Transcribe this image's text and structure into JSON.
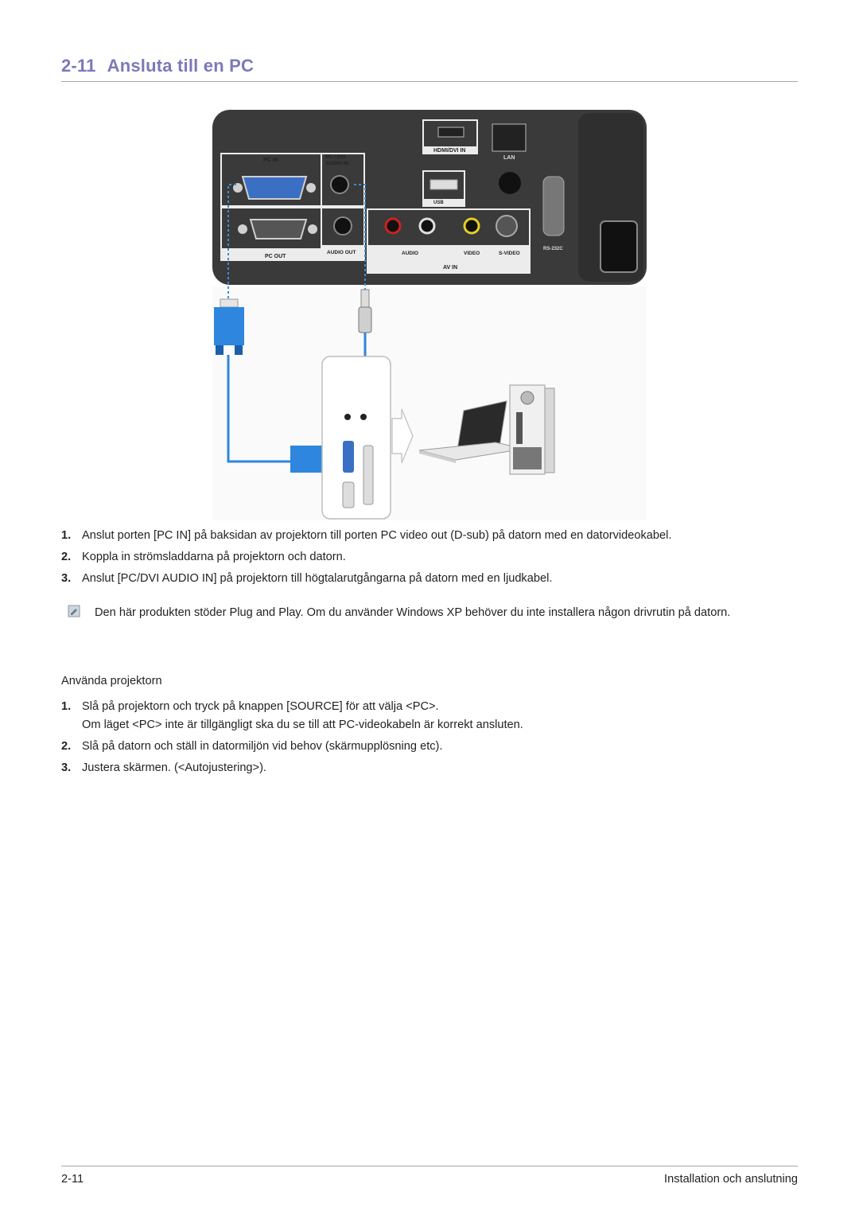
{
  "header": {
    "section_number": "2-11",
    "section_title": "Ansluta till en PC"
  },
  "diagram": {
    "port_labels": {
      "pc_in": "PC IN",
      "pc_dvi_audio_in_1": "PC / DVI",
      "pc_dvi_audio_in_2": "AUDIO IN",
      "hdmi": "HDMI/DVI IN",
      "lan": "LAN",
      "usb": "USB",
      "pc_out": "PC OUT",
      "audio_out": "AUDIO OUT",
      "audio": "AUDIO",
      "video": "VIDEO",
      "svideo": "S-VIDEO",
      "av_in": "AV IN",
      "rs232c": "RS-232C"
    }
  },
  "steps_connect": [
    {
      "num": "1.",
      "text": "Anslut porten [PC IN] på baksidan av projektorn till porten PC video out (D-sub) på datorn med en datorvideokabel."
    },
    {
      "num": "2.",
      "text": "Koppla in strömsladdarna på projektorn och datorn."
    },
    {
      "num": "3.",
      "text": "Anslut [PC/DVI AUDIO IN] på projektorn till högtalarutgångarna på datorn med en ljudkabel."
    }
  ],
  "note": {
    "icon": "note-icon",
    "text": "Den här produkten stöder Plug and Play. Om du använder Windows XP behöver du inte installera någon drivrutin på datorn."
  },
  "use_heading": "Använda projektorn",
  "steps_use": [
    {
      "num": "1.",
      "text": "Slå på projektorn och tryck på knappen [SOURCE] för att välja <PC>.",
      "extra": "Om läget <PC> inte är tillgängligt ska du se till att PC-videokabeln är korrekt ansluten."
    },
    {
      "num": "2.",
      "text": "Slå på datorn och ställ in datormiljön vid behov (skärmupplösning etc)."
    },
    {
      "num": "3.",
      "text": "Justera skärmen. (<Autojustering>)."
    }
  ],
  "footer": {
    "page": "2-11",
    "chapter": "Installation och anslutning"
  }
}
